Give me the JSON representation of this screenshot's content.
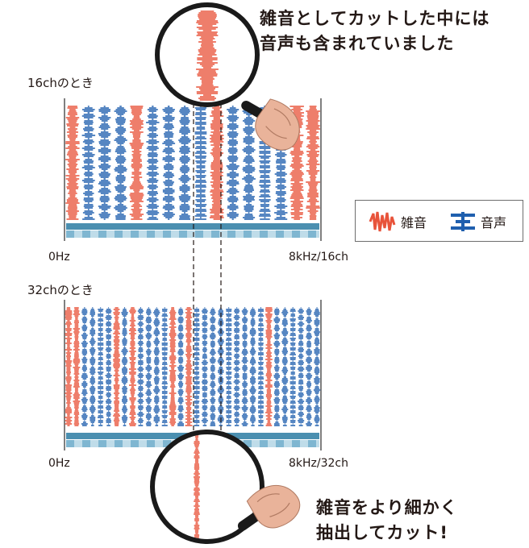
{
  "callout_top": {
    "line1": "雑音としてカットした中には",
    "line2": "音声も含まれていました"
  },
  "callout_bottom": {
    "line1": "雑音をより細かく",
    "line2": "抽出してカット!"
  },
  "panel_16ch": {
    "label": "16chのとき",
    "axis_start": "0Hz",
    "axis_end": "8kHz/16ch",
    "channels": 16
  },
  "panel_32ch": {
    "label": "32chのとき",
    "axis_start": "0Hz",
    "axis_end": "8kHz/32ch",
    "channels": 32
  },
  "legend": {
    "noise_label": "雑音",
    "speech_label": "音声"
  },
  "colors": {
    "noise": "#e8533a",
    "speech": "#1f5fae",
    "band_dark": "#4b8fb0",
    "band_light": "#bfdce9",
    "band_mid": "#7fb6d1",
    "frame": "#555555"
  },
  "icons": [
    "magnifier-icon",
    "hand-icon",
    "noise-waveform-icon",
    "speech-waveform-icon"
  ]
}
